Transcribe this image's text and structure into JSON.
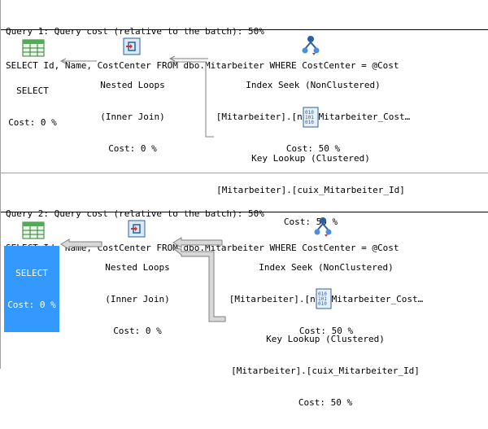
{
  "queries": [
    {
      "title": "Query 1: Query cost (relative to the batch): 50%",
      "sql": "SELECT Id, Name, CostCenter FROM dbo.Mitarbeiter WHERE CostCenter = @Cost",
      "select": {
        "label": "SELECT",
        "cost": "Cost: 0 %"
      },
      "nested_loops": {
        "label": "Nested Loops",
        "sub": "(Inner Join)",
        "cost": "Cost: 0 %"
      },
      "index_seek": {
        "label": "Index Seek (NonClustered)",
        "object": "[Mitarbeiter].[nix_Mitarbeiter_Cost…",
        "cost": "Cost: 50 %"
      },
      "key_lookup": {
        "label": "Key Lookup (Clustered)",
        "object": "[Mitarbeiter].[cuix_Mitarbeiter_Id]",
        "cost": "Cost: 50 %"
      }
    },
    {
      "title": "Query 2: Query cost (relative to the batch): 50%",
      "sql": "SELECT Id, Name, CostCenter FROM dbo.Mitarbeiter WHERE CostCenter = @Cost",
      "select": {
        "label": "SELECT",
        "cost": "Cost: 0 %"
      },
      "nested_loops": {
        "label": "Nested Loops",
        "sub": "(Inner Join)",
        "cost": "Cost: 0 %"
      },
      "index_seek": {
        "label": "Index Seek (NonClustered)",
        "object": "[Mitarbeiter].[nix_Mitarbeiter_Cost…",
        "cost": "Cost: 50 %"
      },
      "key_lookup": {
        "label": "Key Lookup (Clustered)",
        "object": "[Mitarbeiter].[cuix_Mitarbeiter_Id]",
        "cost": "Cost: 50 %"
      }
    }
  ],
  "colors": {
    "selection": "#3399ff",
    "arrow_fill": "#d8d8d8",
    "arrow_stroke": "#808080"
  }
}
